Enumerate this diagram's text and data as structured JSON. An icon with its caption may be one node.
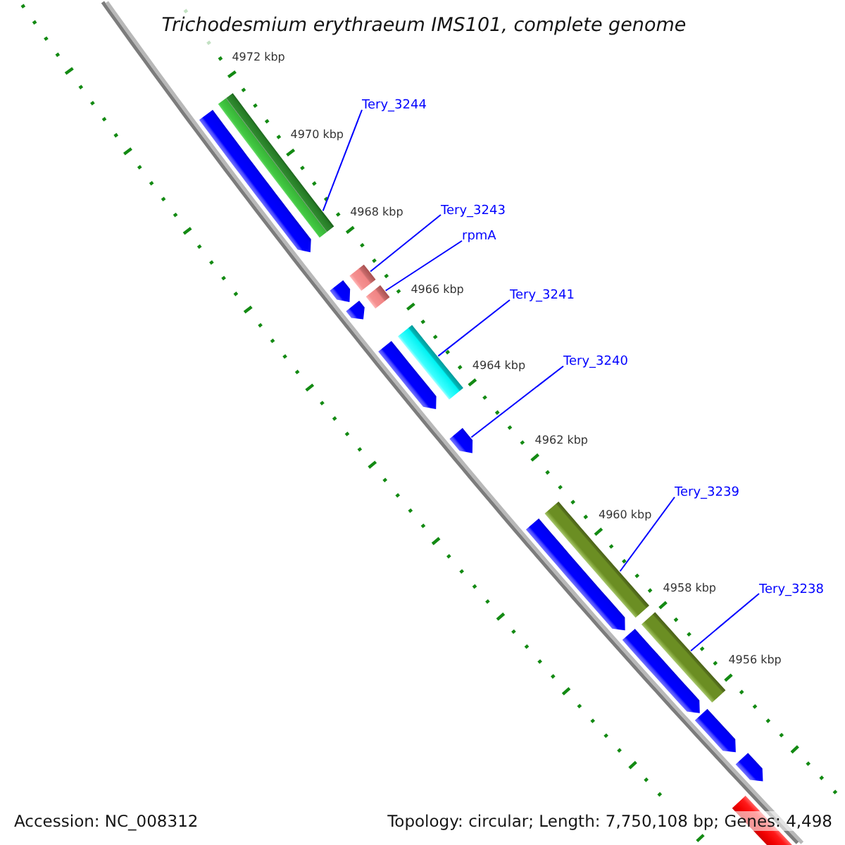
{
  "diagram": {
    "title": "Trichodesmium erythraeum IMS101, complete genome",
    "nodes": [
      {
        "text": [],
        "shape": "bar"
      },
      {
        "text": [],
        "shape": "arrow"
      },
      {
        "text": [
          "Tery_3244"
        ]
      },
      {
        "text": [
          "Tery_3243"
        ]
      },
      {
        "text": [
          "rpmA"
        ]
      },
      {
        "text": [],
        "shape": "bar"
      },
      {
        "text": [],
        "shape": "arrow"
      },
      {
        "text": [],
        "shape": "bar"
      },
      {
        "text": [
          "Tery_3241"
        ]
      },
      {
        "text": [],
        "shape": "arrow"
      },
      {
        "text": [],
        "shape": "bar"
      },
      {
        "text": [],
        "shape": "arrow"
      },
      {
        "text": [
          "Tery_3240"
        ]
      },
      {
        "text": [],
        "shape": "arrow"
      },
      {
        "text": [
          "Tery_3239"
        ]
      },
      {
        "text": [],
        "shape": "bar"
      },
      {
        "text": [],
        "shape": "arrow"
      },
      {
        "text": [
          "Tery_3238"
        ]
      },
      {
        "text": [],
        "shape": "bar"
      },
      {
        "text": [],
        "shape": "arrow"
      },
      {
        "text": [],
        "shape": "arrow"
      },
      {
        "text": [],
        "shape": "arrow"
      },
      {
        "text": [],
        "shape": "bar"
      }
    ],
    "edges": [
      {
        "from": 2,
        "to": 0,
        "arrow": "none"
      },
      {
        "from": 3,
        "to": 5,
        "arrow": "none"
      },
      {
        "from": 4,
        "to": 7,
        "arrow": "none"
      },
      {
        "from": 8,
        "to": 10,
        "arrow": "none"
      },
      {
        "from": 12,
        "to": 13,
        "arrow": "none"
      },
      {
        "from": 14,
        "to": 15,
        "arrow": "none"
      },
      {
        "from": 17,
        "to": 18,
        "arrow": "none"
      }
    ],
    "labels": [
      "4972 kbp",
      "4970 kbp",
      "4968 kbp",
      "4966 kbp",
      "4964 kbp",
      "4962 kbp",
      "4960 kbp",
      "4958 kbp",
      "4956 kbp",
      "Accession: NC_008312",
      "Topology: circular; Length: 7,750,108 bp; Genes: 4,498"
    ]
  }
}
